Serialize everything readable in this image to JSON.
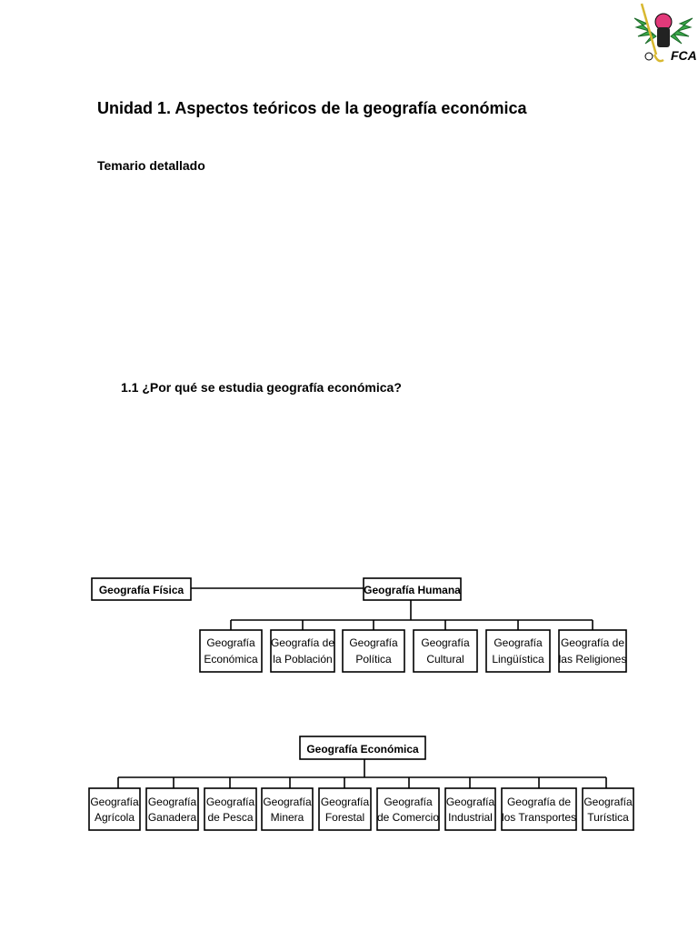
{
  "document": {
    "unit_title": "Unidad 1. Aspectos teóricos de la geografía económica",
    "subtitle": "Temario detallado",
    "section_title": "1.1 ¿Por qué se estudia geografía económica?"
  },
  "logo": {
    "label": "FCA",
    "icon": "university-mascot-logo"
  },
  "diagram_1": {
    "root_left": [
      "Geografía Física"
    ],
    "root_right": [
      "Geografía Humana"
    ],
    "children": [
      [
        "Geografía",
        "Económica"
      ],
      [
        "Geografía de",
        "la Población"
      ],
      [
        "Geografía",
        "Política"
      ],
      [
        "Geografía",
        "Cultural"
      ],
      [
        "Geografía",
        "Lingüística"
      ],
      [
        "Geografía de",
        "las Religiones"
      ]
    ]
  },
  "diagram_2": {
    "root": [
      "Geografía Económica"
    ],
    "children": [
      [
        "Geografía",
        "Agrícola"
      ],
      [
        "Geografía",
        "Ganadera"
      ],
      [
        "Geografía",
        "de Pesca"
      ],
      [
        "Geografía",
        "Minera"
      ],
      [
        "Geografía",
        "Forestal"
      ],
      [
        "Geografía",
        "de Comercio"
      ],
      [
        "Geografía",
        "Industrial"
      ],
      [
        "Geografía de",
        "los Transportes"
      ],
      [
        "Geografía",
        "Turística"
      ]
    ]
  }
}
